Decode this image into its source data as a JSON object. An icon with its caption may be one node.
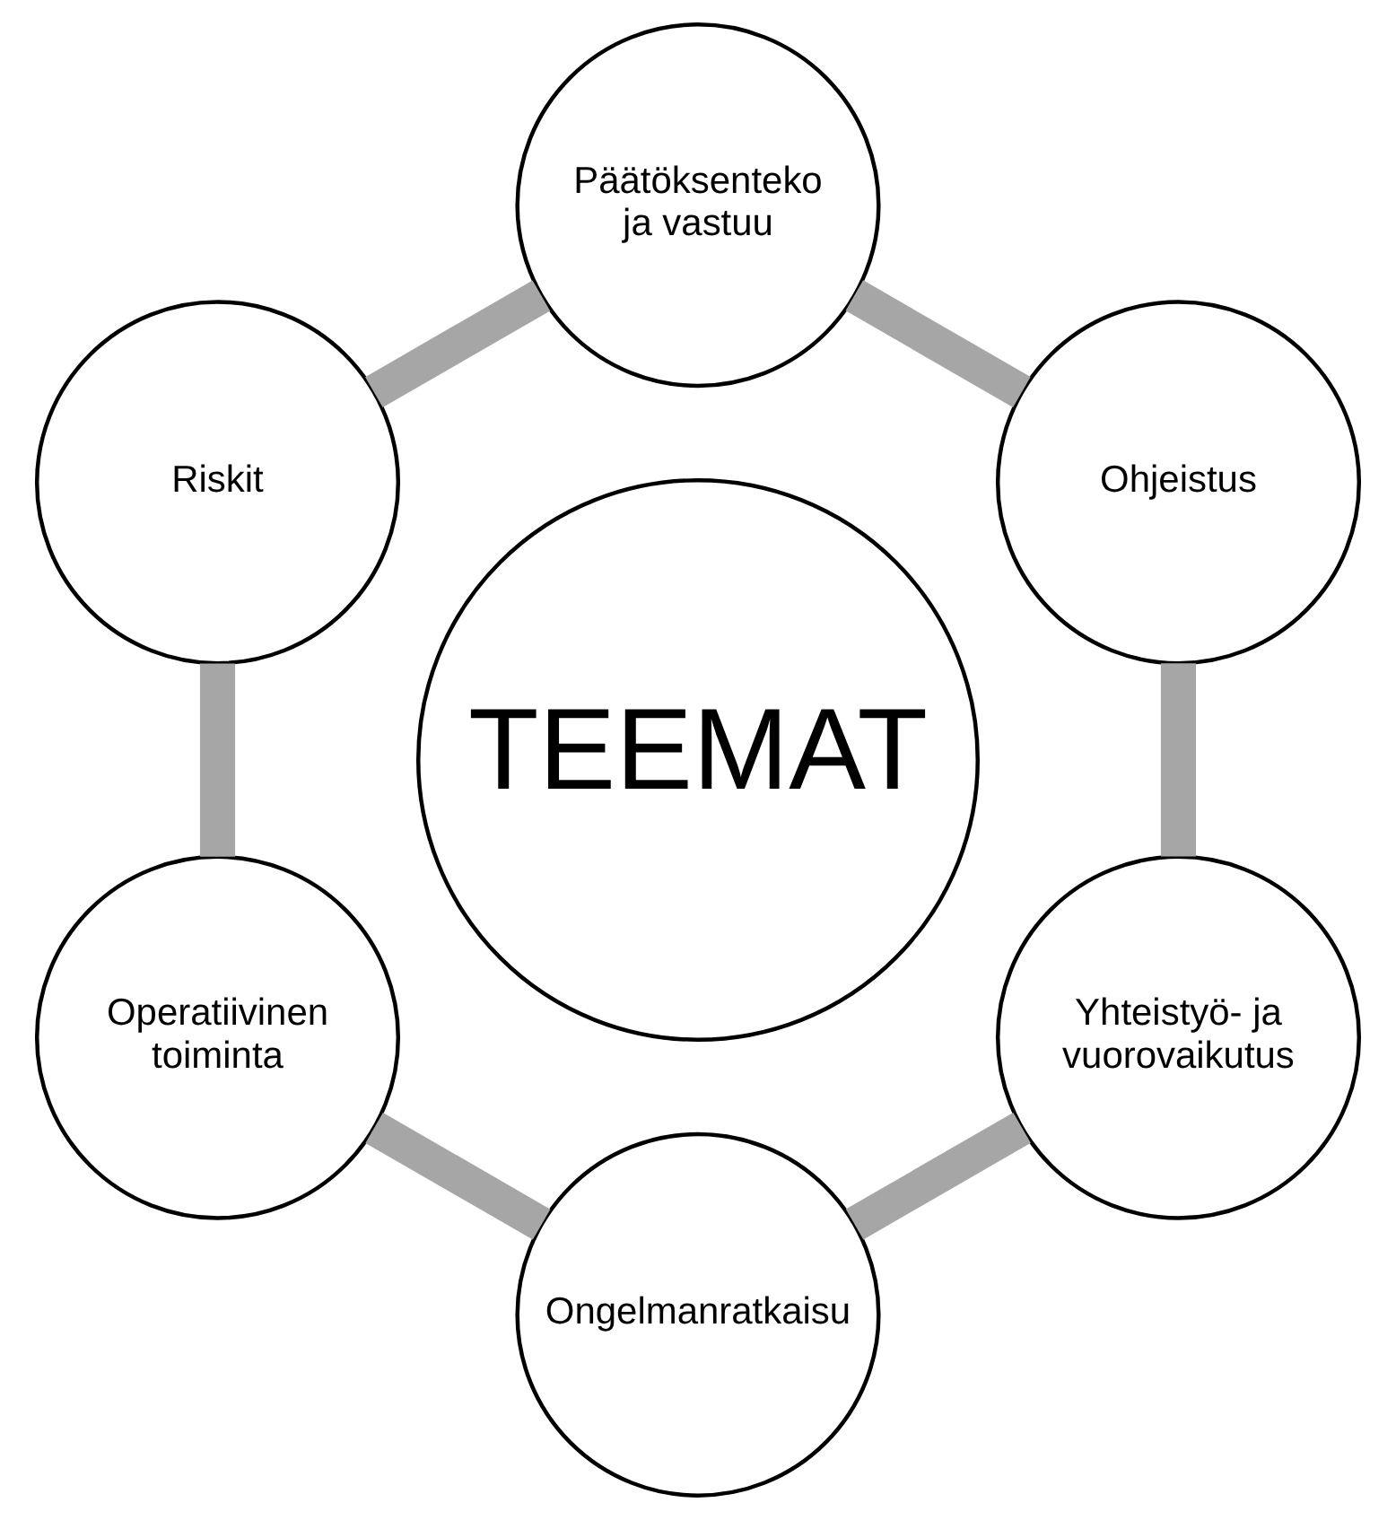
{
  "diagram": {
    "nodes": [
      {
        "text": [
          "Ohjeistus"
        ]
      },
      {
        "text": [
          "Yhteistyö- ja vuorovaikutus"
        ]
      },
      {
        "text": [
          "Päätöksenteko ja vastuu"
        ]
      },
      {
        "text": [
          "TEEMAT"
        ]
      },
      {
        "text": [
          "Ongelmanratkaisu"
        ]
      },
      {
        "text": [
          "Riskit"
        ]
      },
      {
        "text": [
          "Operatiivinen toiminta"
        ]
      }
    ],
    "edges": [
      {
        "from": 0,
        "to": 2,
        "arrow": "none"
      },
      {
        "from": 2,
        "to": 5,
        "arrow": "none"
      },
      {
        "from": 5,
        "to": 6,
        "arrow": "none"
      },
      {
        "from": 6,
        "to": 4,
        "arrow": "none"
      },
      {
        "from": 4,
        "to": 1,
        "arrow": "none"
      },
      {
        "from": 1,
        "to": 0,
        "arrow": "none"
      }
    ]
  }
}
